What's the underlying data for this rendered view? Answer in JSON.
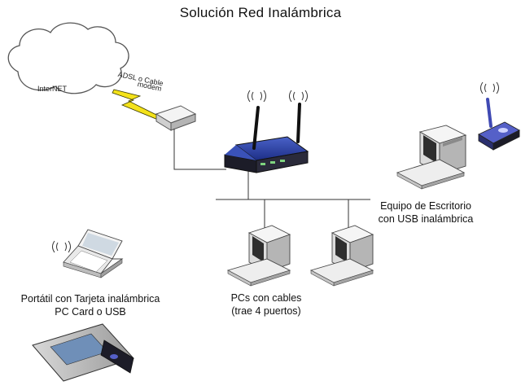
{
  "title": "Solución Red  Inalámbrica",
  "internet_label": "InterNET",
  "adsl_label_line1": "ADSL  o Cable",
  "adsl_label_line2": "modem",
  "desktop_label_line1": "Equipo de Escritorio",
  "desktop_label_line2": "con USB inalámbrica",
  "laptop_label_line1": "Portátil con Tarjeta inalámbrica",
  "laptop_label_line2": "PC Card o USB",
  "pcs_label_line1": "PCs  con cables",
  "pcs_label_line2": "(trae 4 puertos)",
  "colors": {
    "router_blue": "#2a3f9e",
    "router_dark": "#1c1c28",
    "usb_adapter": "#5560c8",
    "pc_body": "#e9e9e9",
    "pc_shadow": "#a8a8a8",
    "lightning": "#f4e21a",
    "line": "#333333"
  }
}
